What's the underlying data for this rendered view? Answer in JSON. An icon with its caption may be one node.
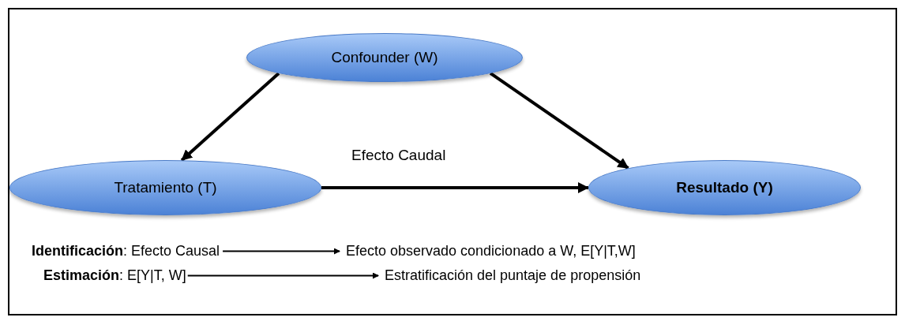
{
  "diagram": {
    "nodes": [
      {
        "text": [
          "Confounder (W)"
        ]
      },
      {
        "text": [
          "Tratamiento (T)"
        ]
      },
      {
        "text": [
          "Resultado (Y)"
        ]
      },
      {
        "text": [
          "**Identificación**: Efecto Causal"
        ]
      },
      {
        "text": [
          "Efecto observado condicionado a W, E[Y|T,W]"
        ]
      },
      {
        "text": [
          "**Estimación**: E[Y|T, W]"
        ]
      },
      {
        "text": [
          "Estratificación del puntaje de propensión"
        ]
      }
    ],
    "edges": [
      {
        "from": 0,
        "to": 1,
        "arrow": "to"
      },
      {
        "from": 0,
        "to": 2,
        "arrow": "to"
      },
      {
        "from": 1,
        "to": 2,
        "arrow": "to",
        "label": "Efecto Caudal"
      },
      {
        "from": 3,
        "to": 4,
        "arrow": "to"
      },
      {
        "from": 5,
        "to": 6,
        "arrow": "to"
      }
    ]
  }
}
